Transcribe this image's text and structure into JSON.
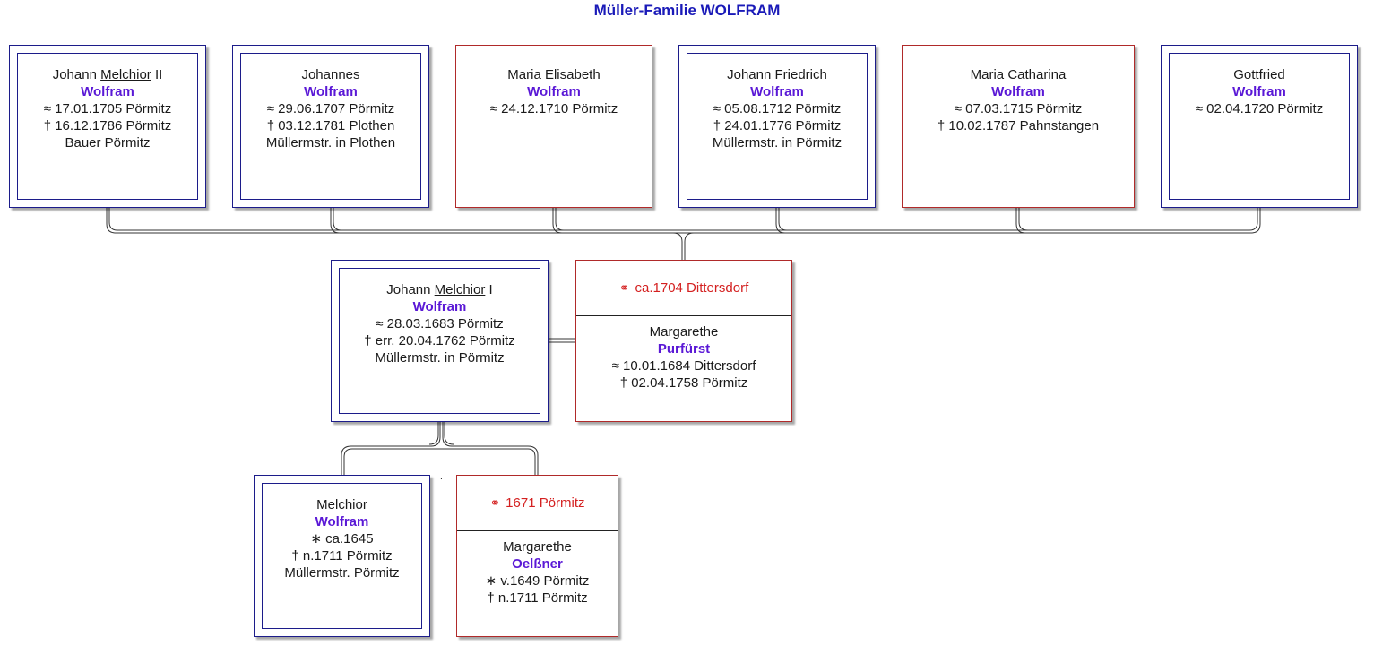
{
  "title": "Müller-Familie WOLFRAM",
  "children": [
    {
      "pre": "Johann ",
      "call": "Melchior",
      "post": " II",
      "surname": "Wolfram",
      "lines": [
        "≈  17.01.1705 Pörmitz",
        "†  16.12.1786 Pörmitz",
        "Bauer Pörmitz"
      ]
    },
    {
      "pre": "Johannes",
      "call": "",
      "post": "",
      "surname": "Wolfram",
      "lines": [
        "≈  29.06.1707 Pörmitz",
        "†  03.12.1781 Plothen",
        "Müllermstr. in Plothen"
      ]
    },
    {
      "pre": "Maria Elisabeth",
      "call": "",
      "post": "",
      "surname": "Wolfram",
      "lines": [
        "≈  24.12.1710 Pörmitz"
      ]
    },
    {
      "pre": "Johann Friedrich",
      "call": "",
      "post": "",
      "surname": "Wolfram",
      "lines": [
        "≈  05.08.1712 Pörmitz",
        "†  24.01.1776 Pörmitz",
        "Müllermstr. in Pörmitz"
      ]
    },
    {
      "pre": "Maria Catharina",
      "call": "",
      "post": "",
      "surname": "Wolfram",
      "lines": [
        "≈  07.03.1715 Pörmitz",
        "†  10.02.1787 Pahnstangen"
      ]
    },
    {
      "pre": "Gottfried",
      "call": "",
      "post": "",
      "surname": "Wolfram",
      "lines": [
        "≈  02.04.1720 Pörmitz"
      ]
    }
  ],
  "focus": {
    "pre": "Johann ",
    "call": "Melchior",
    "post": " I",
    "surname": "Wolfram",
    "lines": [
      "≈  28.03.1683 Pörmitz",
      "† err. 20.04.1762 Pörmitz",
      "Müllermstr. in Pörmitz"
    ]
  },
  "focus_spouse": {
    "marriage": "ca.1704 Dittersdorf",
    "given": "Margarethe",
    "surname": "Purfürst",
    "lines": [
      "≈  10.01.1684 Dittersdorf",
      "†  02.04.1758 Pörmitz"
    ]
  },
  "father": {
    "given": "Melchior",
    "surname": "Wolfram",
    "lines": [
      "∗ ca.1645",
      "† n.1711 Pörmitz",
      "Müllermstr. Pörmitz"
    ]
  },
  "mother": {
    "marriage": "1671 Pörmitz",
    "given": "Margarethe",
    "surname": "Oelßner",
    "lines": [
      "∗ v.1649 Pörmitz",
      "† n.1711 Pörmitz"
    ]
  },
  "colors": {
    "male_border": "#1c1c8a",
    "female_border": "#b02a2a",
    "surname": "#5a18d6",
    "marriage": "#d42020",
    "title": "#1a1ab8"
  },
  "icons": {
    "marriage": "marriage-rings-icon"
  }
}
